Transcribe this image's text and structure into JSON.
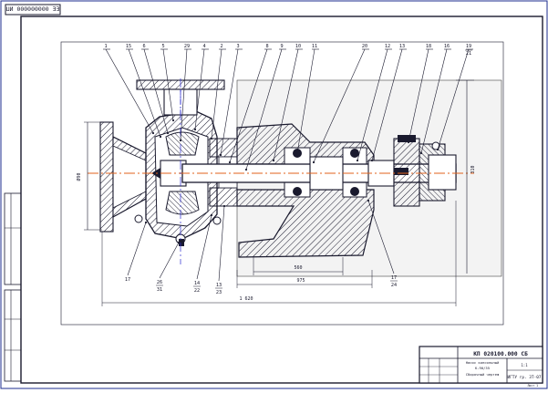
{
  "drawing": {
    "code_rotated": "ЕЕ 000000000 ИП",
    "designation": "КП 020100.000 СБ",
    "title_line1": "Насос консольный",
    "title_line2": "К-90/35",
    "title_line3": "Сборочный чертеж",
    "org": "ИГТУ гр. ЗТ-07",
    "scale": "1:1",
    "sheet": "Лист 1"
  },
  "callouts_top": [
    "1",
    "15",
    "6",
    "5",
    "29",
    "4",
    "2",
    "3",
    "8",
    "9",
    "10",
    "11",
    "20",
    "12",
    "13",
    "18",
    "16",
    "19"
  ],
  "callout_top_right_sub": "21",
  "callouts_bottom": [
    {
      "num": "17",
      "sub": ""
    },
    {
      "num": "26",
      "sub": "31"
    },
    {
      "num": "14",
      "sub": "22"
    },
    {
      "num": "13",
      "sub": "23"
    },
    {
      "num": "17",
      "sub": "24"
    }
  ],
  "dimensions": {
    "left_vertical": "Ø90",
    "right_vertical": "310",
    "lower_1": "560",
    "lower_2": "975",
    "overall": "1 620"
  },
  "colors": {
    "line": "#1a1a2e",
    "axis": "#e0621b",
    "section": "#2b2bd0",
    "frame": "#1c2c8f"
  }
}
